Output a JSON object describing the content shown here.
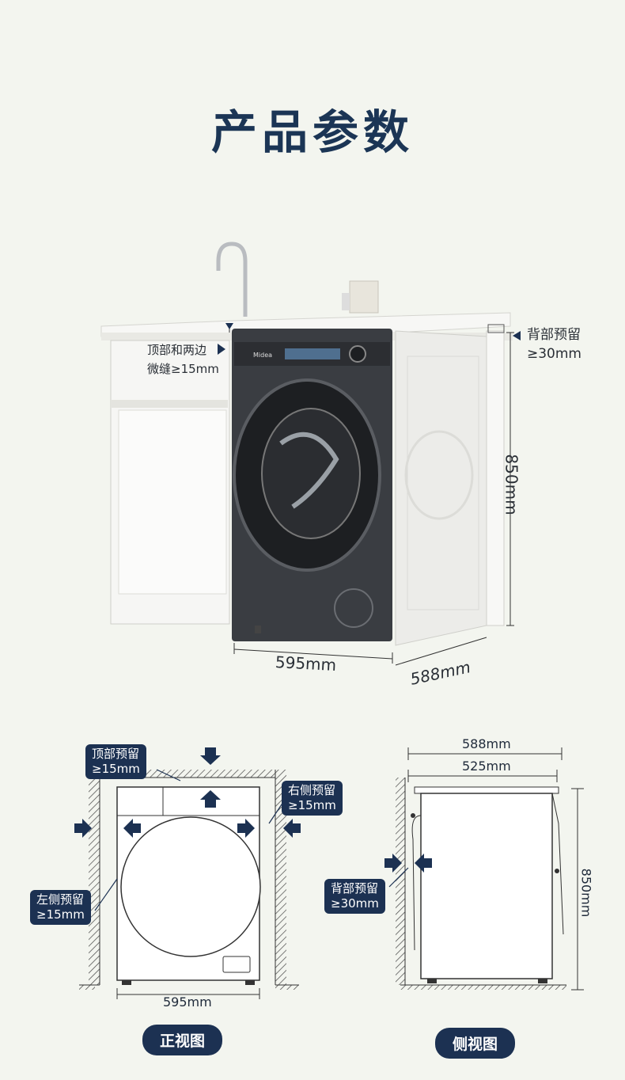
{
  "header": {
    "title": "产品参数"
  },
  "photo": {
    "brand": "Midea",
    "gap_label_line1": "顶部和两边",
    "gap_label_line2": "微缝≥15mm",
    "back_label_line1": "背部预留",
    "back_label_line2": "≥30mm",
    "width": "595mm",
    "depth": "588mm",
    "height": "850mm"
  },
  "front_view": {
    "top_tag_line1": "顶部预留",
    "top_tag_line2": "≥15mm",
    "right_tag_line1": "右侧预留",
    "right_tag_line2": "≥15mm",
    "left_tag_line1": "左侧预留",
    "left_tag_line2": "≥15mm",
    "width": "595mm",
    "caption": "正视图"
  },
  "side_view": {
    "depth_outer": "588mm",
    "depth_inner": "525mm",
    "height": "850mm",
    "back_tag_line1": "背部预留",
    "back_tag_line2": "≥30mm",
    "caption": "侧视图"
  },
  "colors": {
    "navy": "#1c3152",
    "machine": "#3a3d42",
    "background": "#f3f5ef"
  }
}
